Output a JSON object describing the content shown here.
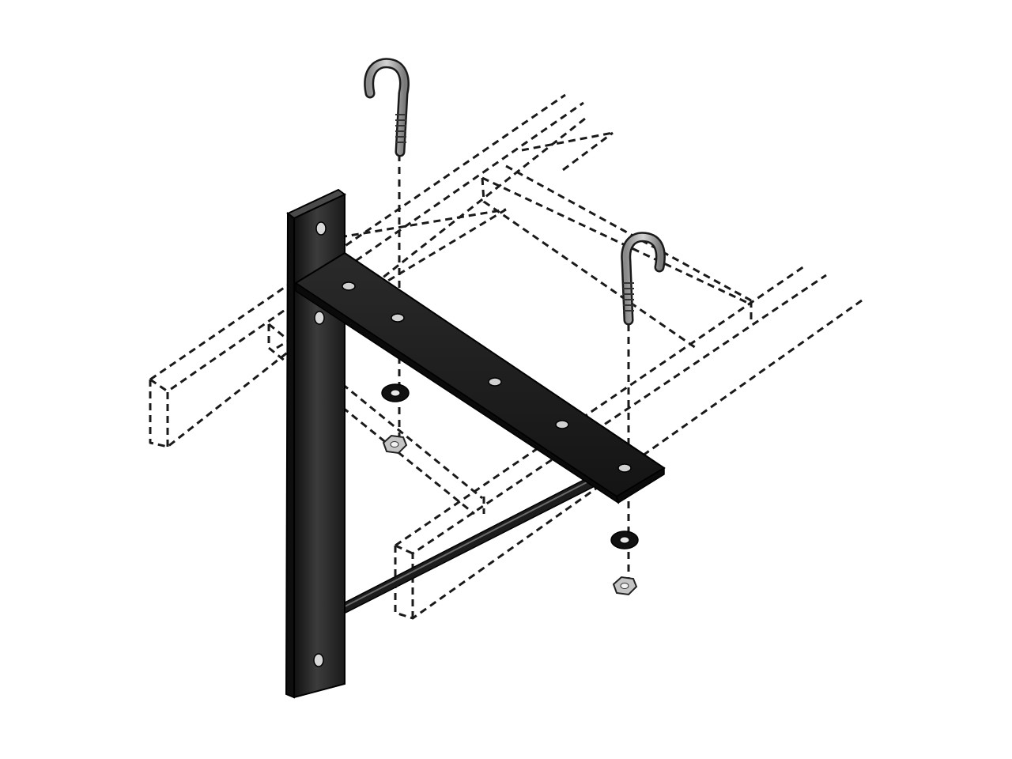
{
  "colors": {
    "background": "#ffffff",
    "bracket_dark": "#1e1e1e",
    "bracket_mid": "#3a3a3a",
    "bracket_edge": "#000000",
    "hardware_light": "#bdbdbd",
    "dashed_outline": "#1a1a1a"
  },
  "parts": {
    "bracket": {
      "icon": "triangle-bracket-icon"
    },
    "j_bolts": {
      "count": 2,
      "icon": "j-hook-bolt-icon"
    },
    "washers": {
      "count": 2,
      "icon": "washer-icon"
    },
    "hex_nuts": {
      "count": 2,
      "icon": "hex-nut-icon"
    },
    "cable_ladder": {
      "style": "dashed-outline",
      "icon": "cable-ladder-icon"
    }
  }
}
